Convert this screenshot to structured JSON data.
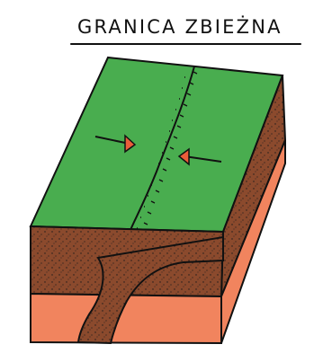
{
  "diagram": {
    "title": "GRANICA ZBIEŻNA",
    "colors": {
      "surface": "#49ad4f",
      "crust": "#8b4a2d",
      "mantle": "#f1845e",
      "outline": "#111111",
      "arrow_head": "#ea5d3a"
    },
    "arrows": {
      "left_direction": "right",
      "right_direction": "left"
    }
  }
}
